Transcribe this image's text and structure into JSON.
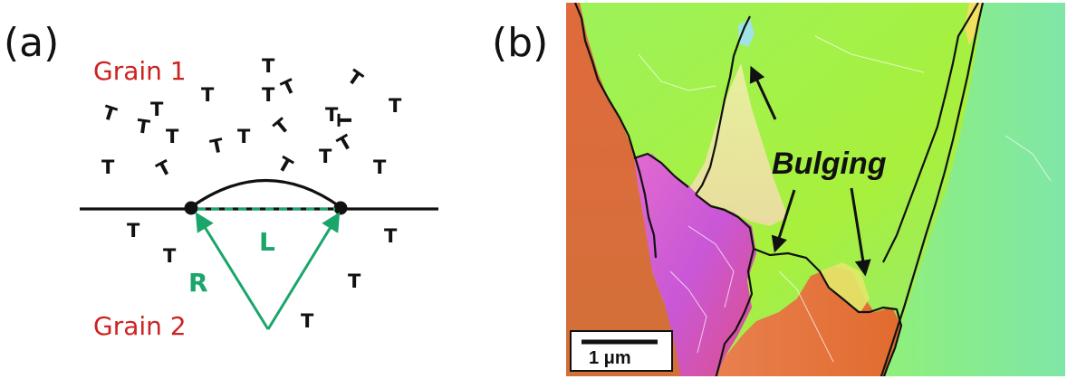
{
  "panel_a": {
    "label": "(a)",
    "grain1_label": "Grain 1",
    "grain2_label": "Grain 2",
    "dislocation_symbol": "T",
    "vector_L": "L",
    "vector_R": "R"
  },
  "panel_b": {
    "label": "(b)",
    "annotation": "Bulging",
    "scale_bar": "1 μm"
  },
  "colors": {
    "grain_label": "#cc2222",
    "vectors": "#1aa56b",
    "ink": "#111111"
  }
}
